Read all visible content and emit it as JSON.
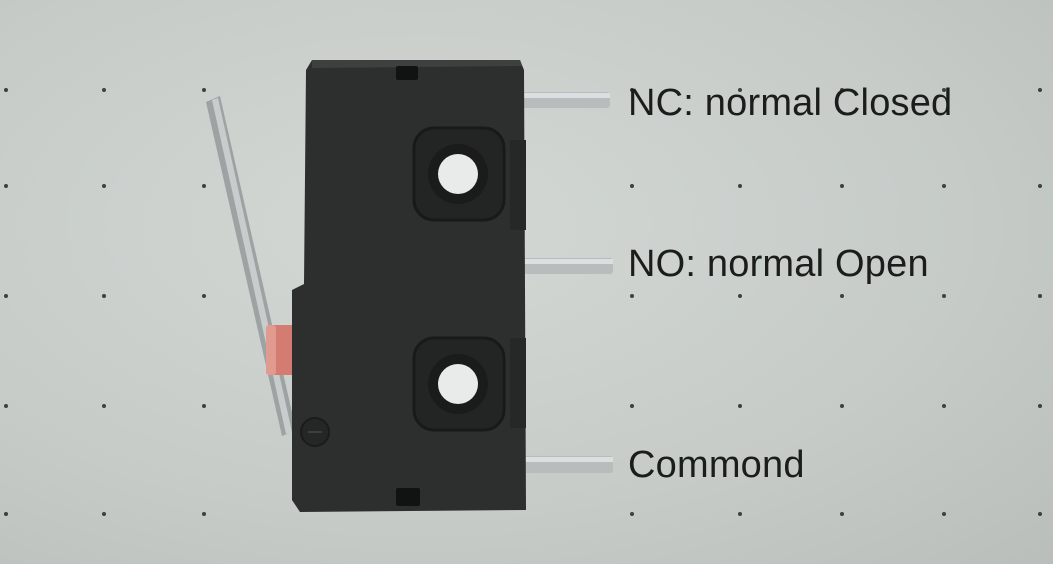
{
  "labels": {
    "nc": "NC: normal Closed",
    "no": "NO: normal Open",
    "com": "Commond"
  },
  "colors": {
    "background": "#c9cecb",
    "body": "#2d2f2e",
    "terminal": "#b9bcbc",
    "actuator": "#d47c72",
    "text": "#1b1d1c"
  }
}
